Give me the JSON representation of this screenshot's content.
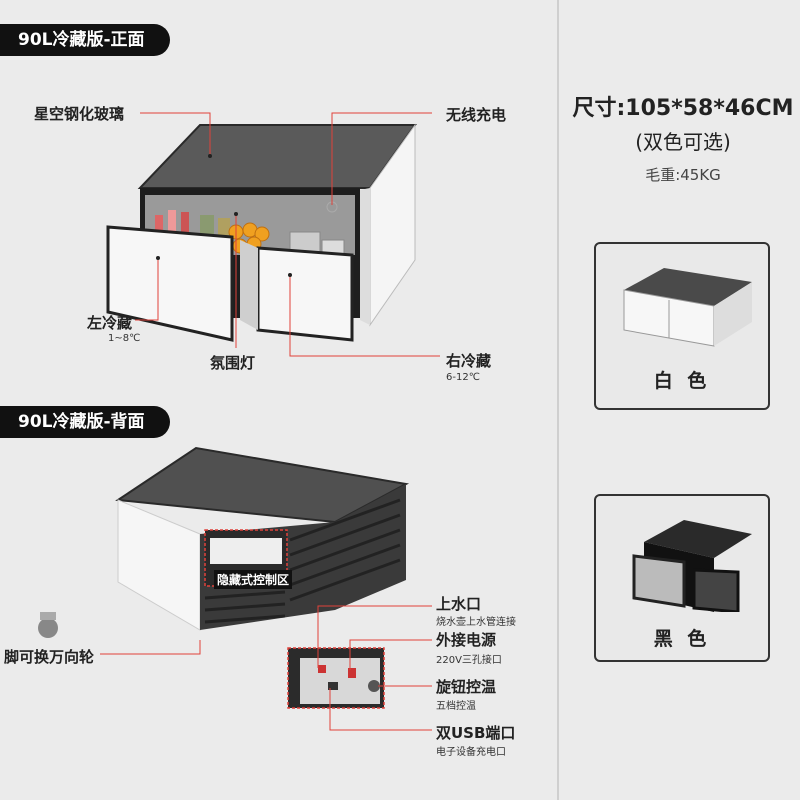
{
  "front": {
    "badge": "90L冷藏版-正面",
    "labels": {
      "glass": "星空钢化玻璃",
      "wireless": "无线充电",
      "left_fridge": "左冷藏",
      "left_temp": "1~8℃",
      "ambient_light": "氛围灯",
      "right_fridge": "右冷藏",
      "right_temp": "6-12℃"
    }
  },
  "back": {
    "badge": "90L冷藏版-背面",
    "control_area": "隐藏式控制区",
    "wheels": "脚可换万向轮",
    "features": [
      {
        "title": "上水口",
        "desc": "烧水壶上水管连接"
      },
      {
        "title": "外接电源",
        "desc": "220V三孔接口"
      },
      {
        "title": "旋钮控温",
        "desc": "五档控温"
      },
      {
        "title": "双USB端口",
        "desc": "电子设备充电口"
      }
    ]
  },
  "specs": {
    "size": "尺寸:105*58*46CM",
    "colors_note": "(双色可选)",
    "weight": "毛重:45KG"
  },
  "variants": [
    {
      "label": "白 色"
    },
    {
      "label": "黑 色"
    }
  ],
  "colors": {
    "accent_line": "#e0413a",
    "badge_bg": "#111111"
  }
}
